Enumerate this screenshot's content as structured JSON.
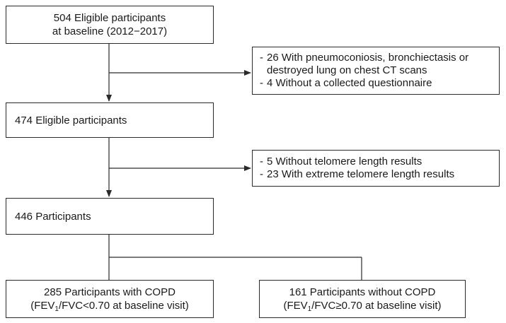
{
  "boxes": {
    "baseline": {
      "line1": "504 Eligible participants",
      "line2": "at baseline (2012−2017)"
    },
    "eligible": {
      "text": "474 Eligible participants"
    },
    "participants": {
      "text": "446 Participants"
    },
    "with_copd": {
      "line1": "285 Participants with COPD",
      "pre": "(FEV",
      "sub": "1",
      "post": "/FVC<0.70 at baseline visit)"
    },
    "without_copd": {
      "line1": "161 Participants without COPD",
      "pre": "(FEV",
      "sub": "1",
      "post": "/FVC≥0.70 at baseline visit)"
    }
  },
  "exclusions": {
    "first": {
      "items": [
        "26 With pneumoconiosis, bronchiectasis or destroyed lung on chest CT scans",
        "4 Without a collected questionnaire"
      ],
      "item1_line1": "26 With pneumoconiosis, bronchiectasis or",
      "item1_line2": "destroyed lung on chest CT scans",
      "item2": "4 Without a collected questionnaire"
    },
    "second": {
      "item1": "5 Without telomere length results",
      "item2": "23 With extreme telomere length results"
    }
  },
  "dash": "-",
  "colors": {
    "line": "#2a2a2a",
    "border": "#2a2a2a",
    "text": "#1a1a1a"
  }
}
